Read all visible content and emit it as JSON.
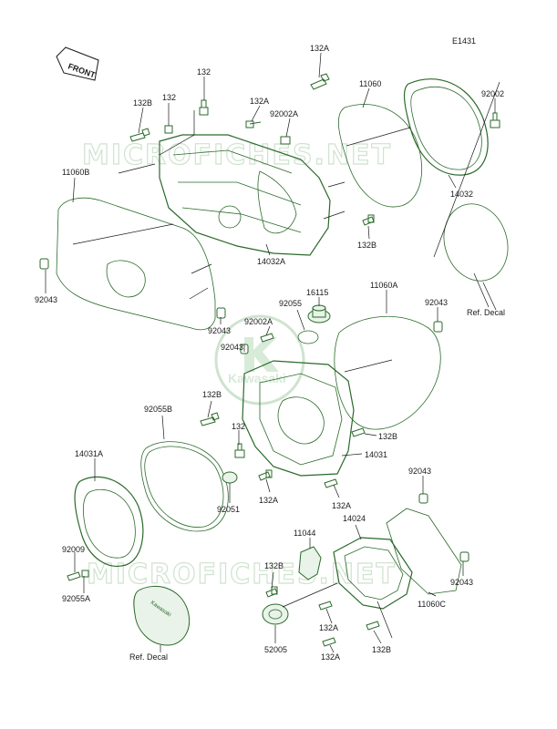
{
  "diagram": {
    "code": "E1431",
    "front_label": "FRONT",
    "watermark": "MICROFICHES.NET",
    "watermark_brand": "Kawasaki",
    "decal_mark": "Kawasaki",
    "labels": {
      "p132a_top": "132A",
      "p132_top": "132",
      "p132b_top": "132B",
      "p132_b": "132",
      "p132a_b": "132A",
      "p92002a_top": "92002A",
      "p11060": "11060",
      "p92002": "92002",
      "p11060b": "11060B",
      "p14032": "14032",
      "p132b_mid": "132B",
      "p14032a": "14032A",
      "p92043_left": "92043",
      "p92043_mid": "92043",
      "p92055": "92055",
      "p16115": "16115",
      "p11060a": "11060A",
      "p92043_right": "92043",
      "ref_decal_top": "Ref. Decal",
      "p92002a_mid": "92002A",
      "p92043_center": "92043",
      "p132b_left": "132B",
      "p92055b": "92055B",
      "p132_center": "132",
      "p132b_right": "132B",
      "p14031": "14031",
      "p14031a": "14031A",
      "p92051": "92051",
      "p132a_center": "132A",
      "p132a_center2": "132A",
      "p92043_lower": "92043",
      "p11044": "11044",
      "p14024": "14024",
      "p92009": "92009",
      "p92055a": "92055A",
      "p132b_lower": "132B",
      "p92043_lower_right": "92043",
      "p11060c": "11060C",
      "ref_decal_bottom": "Ref. Decal",
      "p132a_bottom1": "132A",
      "p52005": "52005",
      "p132a_bottom2": "132A",
      "p132b_bottom": "132B"
    }
  }
}
